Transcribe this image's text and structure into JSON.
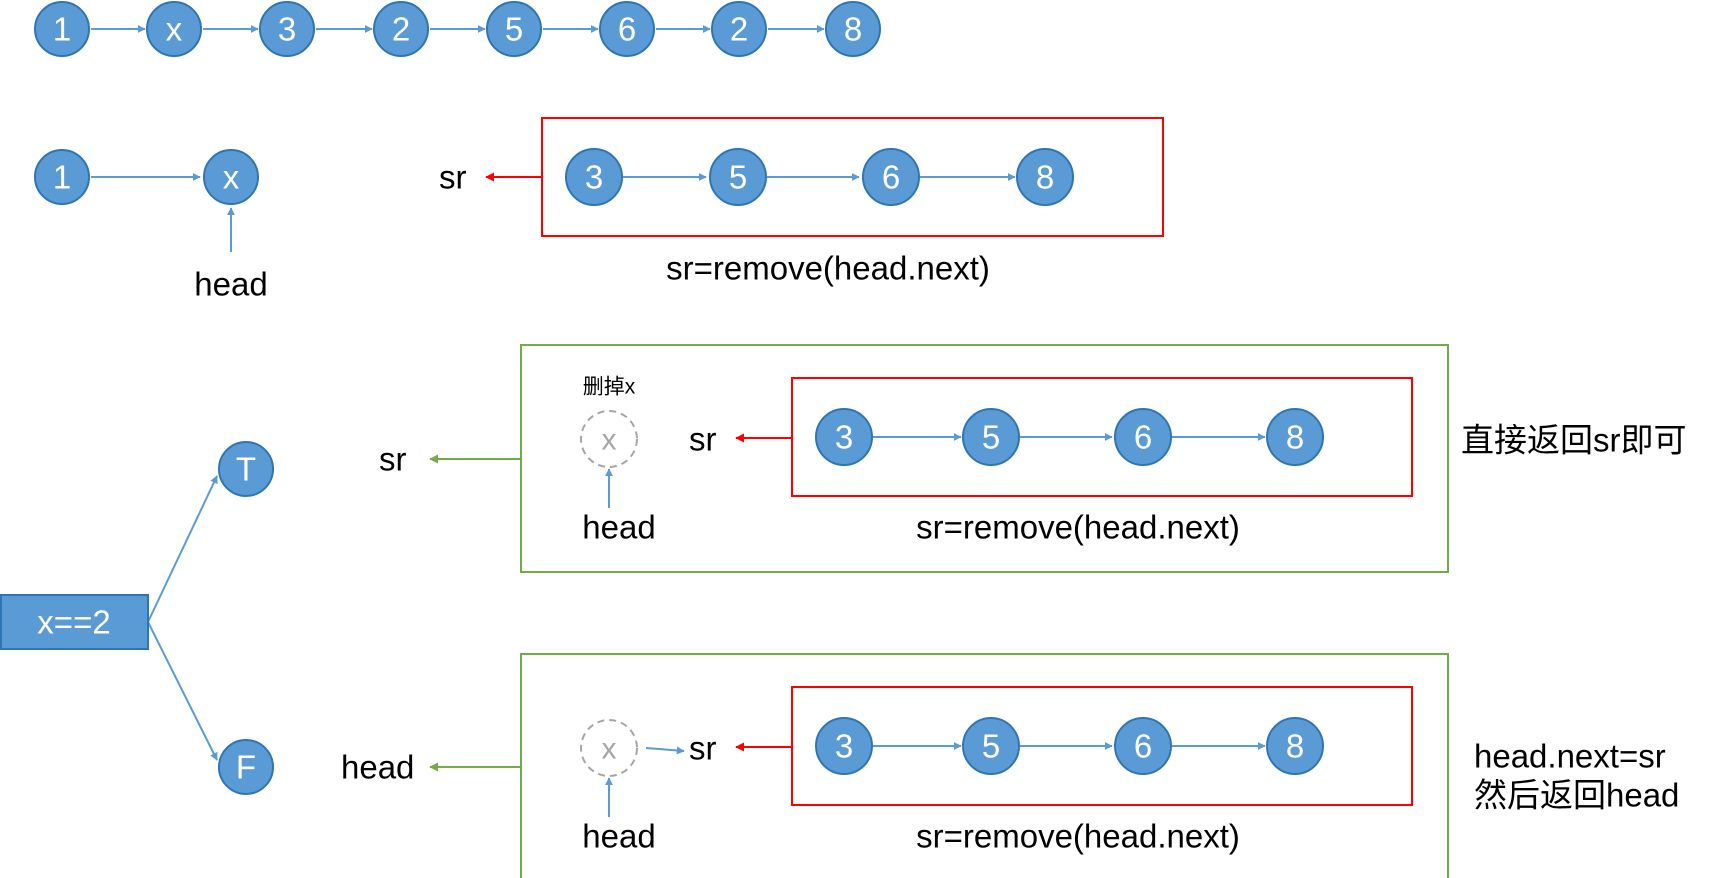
{
  "row1_nodes": [
    "1",
    "x",
    "3",
    "2",
    "5",
    "6",
    "2",
    "8"
  ],
  "row2": {
    "nodes": [
      "1",
      "x"
    ],
    "head_label": "head",
    "sr_label": "sr",
    "list_nodes": [
      "3",
      "5",
      "6",
      "8"
    ],
    "caption": "sr=remove(head.next)"
  },
  "condition": {
    "label": "x==2",
    "true_label": "T",
    "false_label": "F"
  },
  "true_branch": {
    "out_label": "sr",
    "delete_note": "删掉x",
    "ghost_node": "x",
    "head_label": "head",
    "sr_label": "sr",
    "list_nodes": [
      "3",
      "5",
      "6",
      "8"
    ],
    "caption": "sr=remove(head.next)",
    "side_note": "直接返回sr即可"
  },
  "false_branch": {
    "out_label": "head",
    "ghost_node": "x",
    "head_label": "head",
    "sr_label": "sr",
    "list_nodes": [
      "3",
      "5",
      "6",
      "8"
    ],
    "caption": "sr=remove(head.next)",
    "side_note_line1": "head.next=sr",
    "side_note_line2": "然后返回head"
  },
  "colors": {
    "node_fill": "#5b9bd5",
    "node_stroke": "#2e75b6",
    "red": "#ff0000",
    "green": "#70ad47",
    "ghost": "#a6a6a6"
  }
}
